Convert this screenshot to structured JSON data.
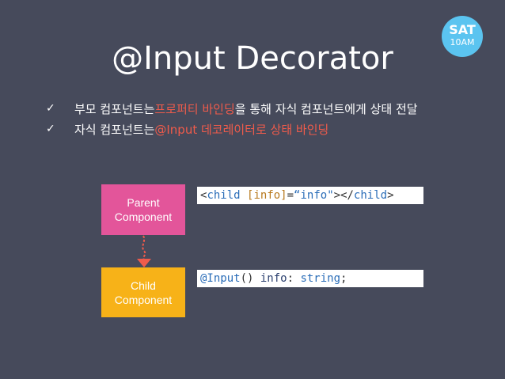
{
  "badge": {
    "day": "SAT",
    "time": "10AM"
  },
  "title": "@Input Decorator",
  "bullets": [
    {
      "check": "✓",
      "before": "부모 컴포넌트는 ",
      "highlight": "프로퍼티 바인딩",
      "after": "을 통해 자식 컴포넌트에게 상태 전달"
    },
    {
      "check": "✓",
      "before": "자식 컴포넌트는 ",
      "highlight": "@Input 데코레이터로 상태 바인딩",
      "after": ""
    }
  ],
  "diagram": {
    "parent_label_line1": "Parent",
    "parent_label_line2": "Component",
    "child_label_line1": "Child",
    "child_label_line2": "Component"
  },
  "code": {
    "line1": {
      "open_lt": "<",
      "open_tag": "child",
      "space": " ",
      "attr": "[info]",
      "eq": "=",
      "value": "“info\"",
      "open_gt": ">",
      "close_lt": "</",
      "close_tag": "child",
      "close_gt": ">"
    },
    "line2": {
      "decorator": "@Input",
      "parens": "() ",
      "prop": "info",
      "colon": ": ",
      "type": "string",
      "semi": ";"
    }
  },
  "colors": {
    "background": "#464a5b",
    "badge": "#5bc4f0",
    "highlight": "#ef5b4b",
    "parent": "#e3559a",
    "child": "#f7b218",
    "arrow": "#ef5b4b"
  },
  "icons": {
    "check": "check-icon",
    "arrow": "arrow-down-icon"
  }
}
